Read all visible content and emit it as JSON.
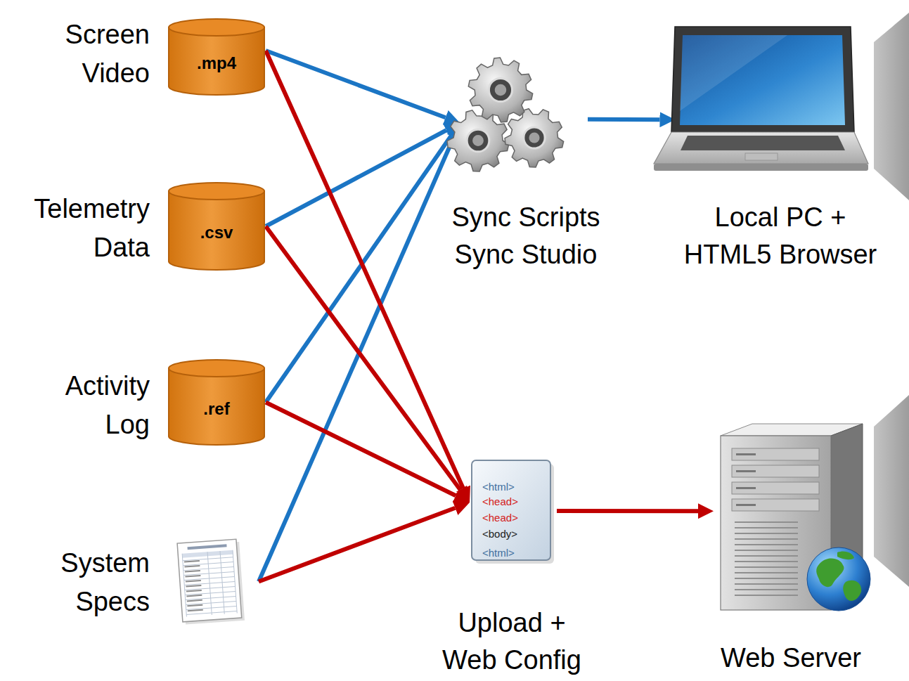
{
  "diagram": {
    "nodes": [
      {
        "text": [
          "Screen Video",
          ".mp4"
        ]
      },
      {
        "text": [
          "Telemetry Data",
          ".csv"
        ]
      },
      {
        "text": [
          "Activity Log",
          ".ref"
        ]
      },
      {
        "text": [
          "System Specs"
        ]
      },
      {
        "text": [
          "Sync Scripts Sync Studio"
        ]
      },
      {
        "text": [
          "Local PC + HTML5 Browser"
        ]
      },
      {
        "text": [
          "Upload + Web Config",
          "<html>",
          "<head>",
          "<head>",
          "<body>",
          "<html>"
        ]
      },
      {
        "text": [
          "Web Server"
        ]
      }
    ],
    "edges": [
      {
        "from": 0,
        "to": 4,
        "arrow": "to"
      },
      {
        "from": 0,
        "to": 6,
        "arrow": "to"
      },
      {
        "from": 1,
        "to": 4,
        "arrow": "to"
      },
      {
        "from": 1,
        "to": 6,
        "arrow": "to"
      },
      {
        "from": 2,
        "to": 4,
        "arrow": "to"
      },
      {
        "from": 2,
        "to": 6,
        "arrow": "to"
      },
      {
        "from": 3,
        "to": 4,
        "arrow": "to"
      },
      {
        "from": 3,
        "to": 6,
        "arrow": "to"
      },
      {
        "from": 4,
        "to": 5,
        "arrow": "to"
      },
      {
        "from": 6,
        "to": 7,
        "arrow": "to"
      }
    ]
  }
}
